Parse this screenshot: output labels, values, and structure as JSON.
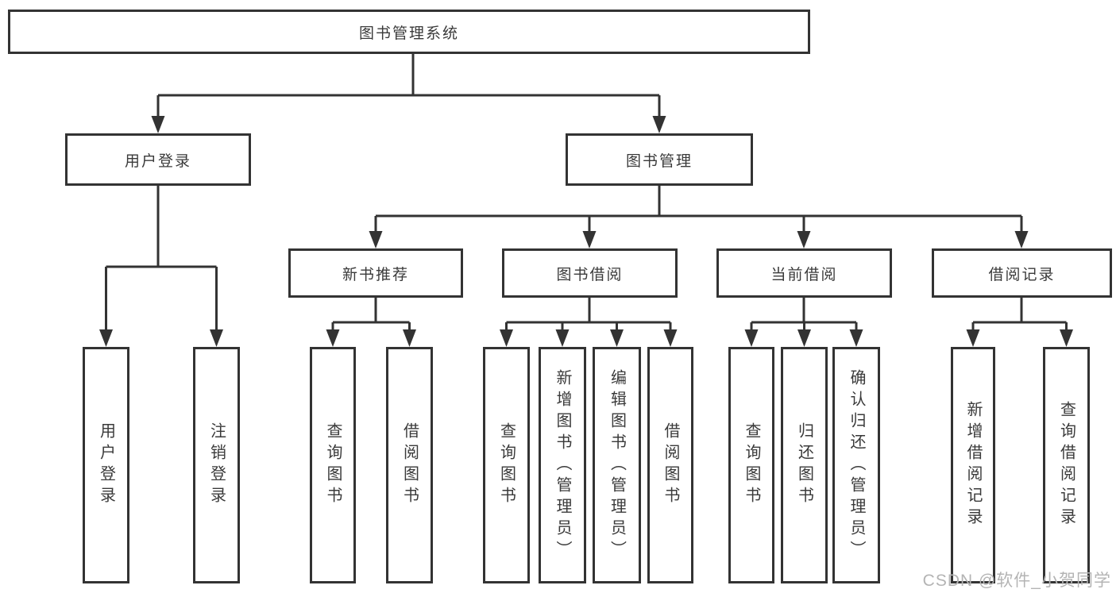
{
  "nodes": {
    "root": "图书管理系统",
    "user_login": "用户登录",
    "book_management": "图书管理",
    "new_book_recommend": "新书推荐",
    "book_borrowing": "图书借阅",
    "current_borrowing": "当前借阅",
    "borrow_records": "借阅记录",
    "leaf_user_login": "用户登录",
    "leaf_logout": "注销登录",
    "leaf_query_books_1": "查询图书",
    "leaf_borrow_books_1": "借阅图书",
    "leaf_query_books_2": "查询图书",
    "leaf_add_book_admin": "新增图书（管理员）",
    "leaf_edit_book_admin": "编辑图书（管理员）",
    "leaf_borrow_books_2": "借阅图书",
    "leaf_query_books_3": "查询图书",
    "leaf_return_books": "归还图书",
    "leaf_confirm_return_admin": "确认归还（管理员）",
    "leaf_add_borrow_record": "新增借阅记录",
    "leaf_query_borrow_record": "查询借阅记录"
  },
  "structure": {
    "root": [
      "user_login",
      "book_management"
    ],
    "user_login": [
      "leaf_user_login",
      "leaf_logout"
    ],
    "book_management": [
      "new_book_recommend",
      "book_borrowing",
      "current_borrowing",
      "borrow_records"
    ],
    "new_book_recommend": [
      "leaf_query_books_1",
      "leaf_borrow_books_1"
    ],
    "book_borrowing": [
      "leaf_query_books_2",
      "leaf_add_book_admin",
      "leaf_edit_book_admin",
      "leaf_borrow_books_2"
    ],
    "current_borrowing": [
      "leaf_query_books_3",
      "leaf_return_books",
      "leaf_confirm_return_admin"
    ],
    "borrow_records": [
      "leaf_add_borrow_record",
      "leaf_query_borrow_record"
    ]
  },
  "watermark": {
    "text": "CSDN @软件_小贺同学"
  },
  "colors": {
    "line": "#333333",
    "text": "#3a3a3a",
    "watermark": "#b4b4b4",
    "background": "#ffffff"
  }
}
